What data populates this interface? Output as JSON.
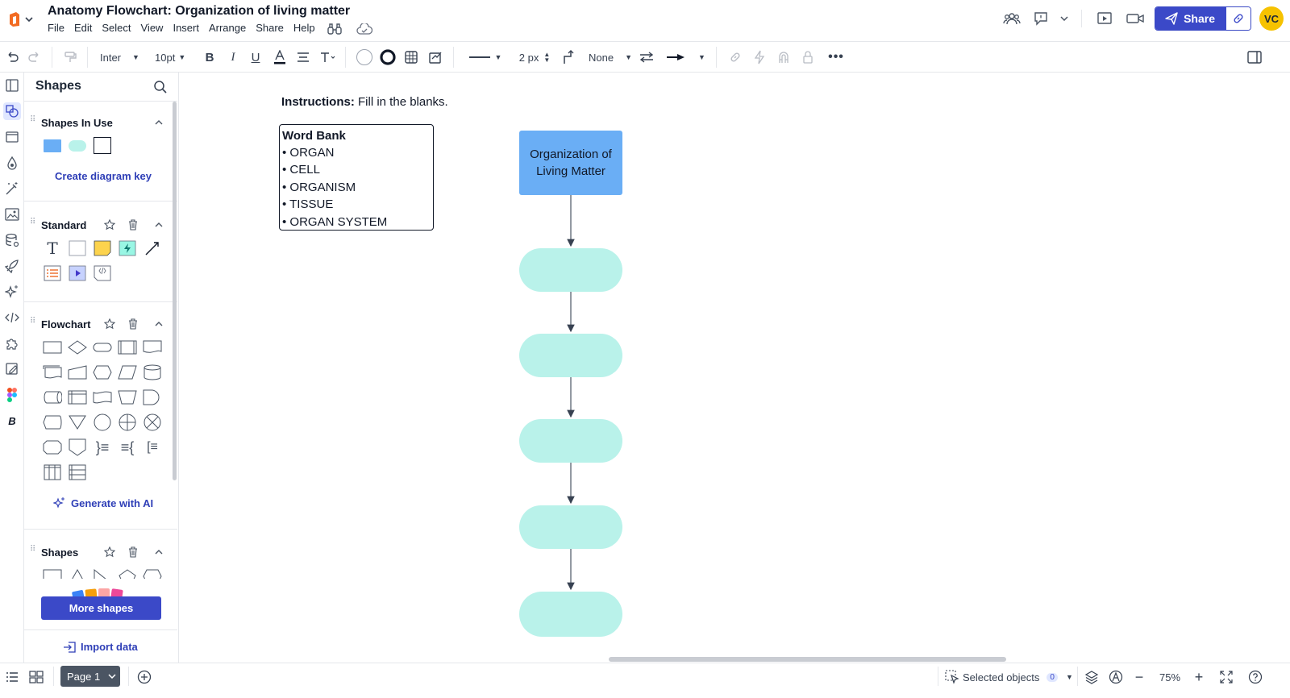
{
  "document": {
    "title": "Anatomy Flowchart: Organization of living matter"
  },
  "menu": [
    "File",
    "Edit",
    "Select",
    "View",
    "Insert",
    "Arrange",
    "Share",
    "Help"
  ],
  "header": {
    "share_label": "Share",
    "avatar_initials": "VC"
  },
  "toolbar": {
    "font": "Inter",
    "font_size": "10pt",
    "line_width": "2 px",
    "line_end": "None"
  },
  "panel": {
    "title": "Shapes",
    "sections": {
      "in_use": "Shapes In Use",
      "standard": "Standard",
      "flowchart": "Flowchart",
      "shapes": "Shapes"
    },
    "create_key_label": "Create diagram key",
    "generate_ai_label": "Generate with AI",
    "more_shapes_label": "More shapes",
    "import_data_label": "Import data"
  },
  "canvas": {
    "instructions_label": "Instructions:",
    "instructions_text": " Fill in the blanks.",
    "word_bank": {
      "title": "Word Bank",
      "items": [
        "• ORGAN",
        "• CELL",
        "• ORGANISM",
        "• TISSUE",
        "• ORGAN SYSTEM"
      ]
    },
    "root_box_text": "Organization of Living Matter",
    "blank_count": 5,
    "colors": {
      "root_fill": "#6aaef5",
      "blank_fill": "#b9f2ea",
      "accent": "#3b49c8"
    }
  },
  "bottom": {
    "page_label": "Page 1",
    "selected_label": "Selected objects",
    "selected_count": "0",
    "zoom": "75%"
  }
}
